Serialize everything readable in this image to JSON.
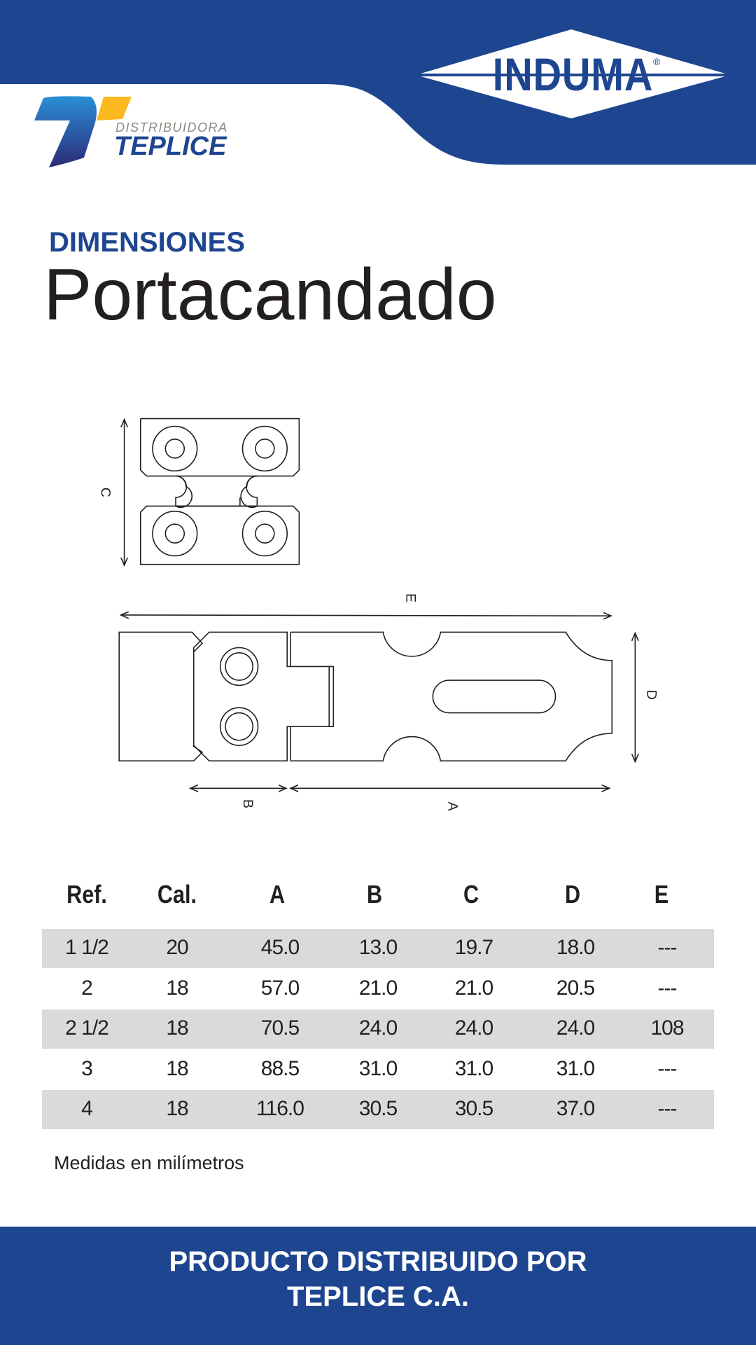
{
  "brand": {
    "induma": "INDUMA",
    "registered": "®",
    "distributor_small": "DISTRIBUIDORA",
    "distributor_name": "TEPLICE"
  },
  "colors": {
    "primary": "#1e4690",
    "accent_yellow": "#fbb91f",
    "row_gray": "#d9dad9"
  },
  "heading": {
    "section": "DIMENSIONES",
    "title": "Portacandado"
  },
  "diagram": {
    "labels": {
      "a": "A",
      "b": "B",
      "c": "C",
      "d": "D",
      "e": "E"
    }
  },
  "table": {
    "headers": [
      "Ref.",
      "Cal.",
      "A",
      "B",
      "C",
      "D",
      "E"
    ],
    "rows": [
      [
        "1 1/2",
        "20",
        "45.0",
        "13.0",
        "19.7",
        "18.0",
        "---"
      ],
      [
        "2",
        "18",
        "57.0",
        "21.0",
        "21.0",
        "20.5",
        "---"
      ],
      [
        "2 1/2",
        "18",
        "70.5",
        "24.0",
        "24.0",
        "24.0",
        "108"
      ],
      [
        "3",
        "18",
        "88.5",
        "31.0",
        "31.0",
        "31.0",
        "---"
      ],
      [
        "4",
        "18",
        "116.0",
        "30.5",
        "30.5",
        "37.0",
        "---"
      ]
    ],
    "note": "Medidas en milímetros"
  },
  "footer": {
    "line1": "PRODUCTO DISTRIBUIDO POR",
    "line2": "TEPLICE C.A."
  }
}
